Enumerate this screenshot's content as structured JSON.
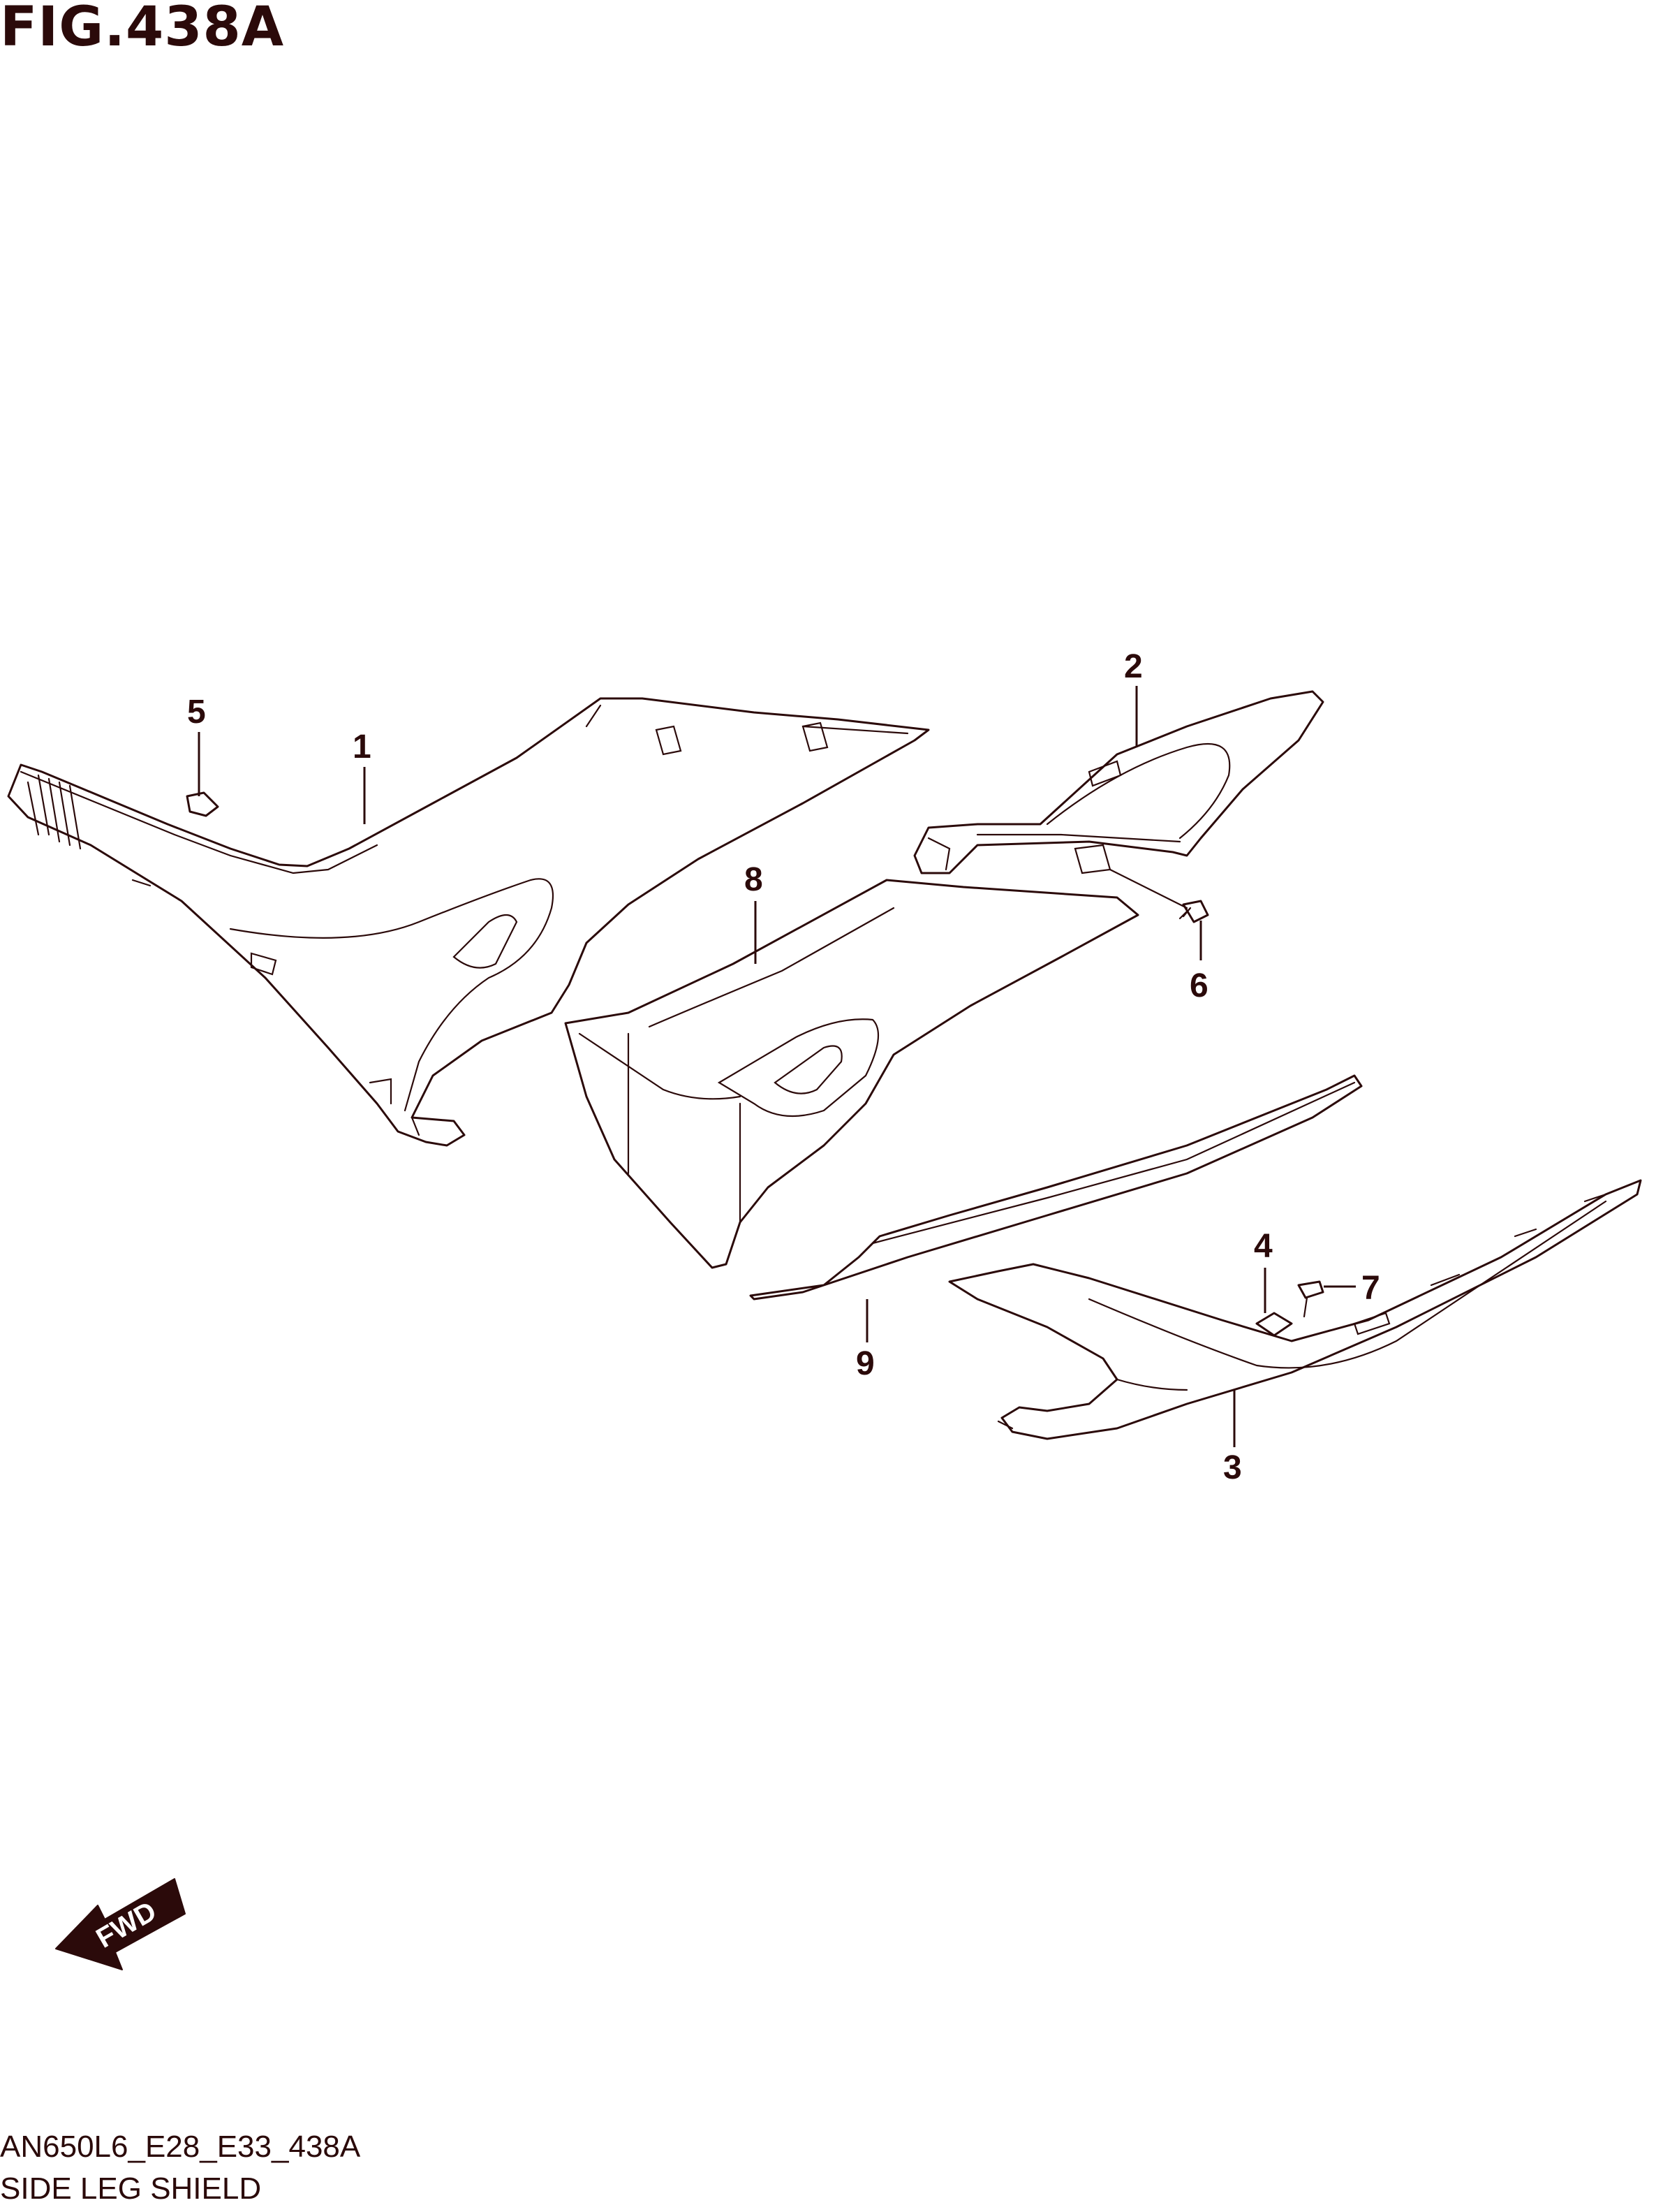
{
  "figure": {
    "title": "FIG.438A",
    "code": "AN650L6_E28_E33_438A",
    "caption": "SIDE LEG SHIELD",
    "fwd_label": "FWD"
  },
  "callouts": [
    {
      "id": "c1",
      "label": "1"
    },
    {
      "id": "c2",
      "label": "2"
    },
    {
      "id": "c3",
      "label": "3"
    },
    {
      "id": "c4",
      "label": "4"
    },
    {
      "id": "c5",
      "label": "5"
    },
    {
      "id": "c6",
      "label": "6"
    },
    {
      "id": "c7",
      "label": "7"
    },
    {
      "id": "c8",
      "label": "8"
    },
    {
      "id": "c9",
      "label": "9"
    }
  ],
  "colors": {
    "ink": "#2b0a0a",
    "background": "#ffffff"
  },
  "icons": [
    "fwd-arrow-icon"
  ]
}
